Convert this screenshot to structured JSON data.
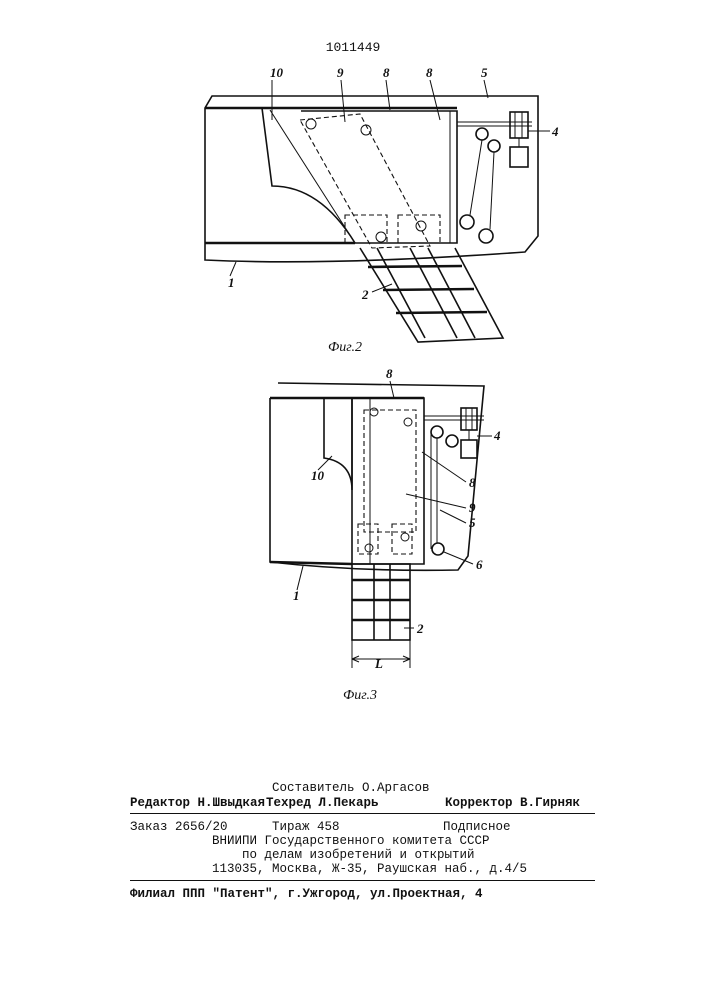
{
  "document_number": "1011449",
  "figure2": {
    "caption": "Фиг.2",
    "labels": {
      "l1": "1",
      "l2": "2",
      "l4": "4",
      "l5": "5",
      "l8a": "8",
      "l8b": "8",
      "l9": "9",
      "l10": "10"
    }
  },
  "figure3": {
    "caption": "Фиг.3",
    "labels": {
      "l1": "1",
      "l2": "2",
      "l4": "4",
      "l5": "5",
      "l6": "6",
      "l8a": "8",
      "l8b": "8",
      "l9": "9",
      "l10": "10",
      "dim": "L"
    }
  },
  "imprint": {
    "composer": "Составитель О.Аргасов",
    "editor": "Редактор Н.Швыдкая",
    "techred": "Техред Л.Пекарь",
    "corrector": "Корректор В.Гирняк",
    "order": "Заказ 2656/20",
    "circulation": "Тираж 458",
    "subscription": "Подписное",
    "org_line1": "ВНИИПИ Государственного комитета СССР",
    "org_line2": "по делам изобретений и открытий",
    "address": "113035, Москва, Ж-35, Раушская наб., д.4/5",
    "branch": "Филиал ППП \"Патент\", г.Ужгород, ул.Проектная, 4"
  }
}
